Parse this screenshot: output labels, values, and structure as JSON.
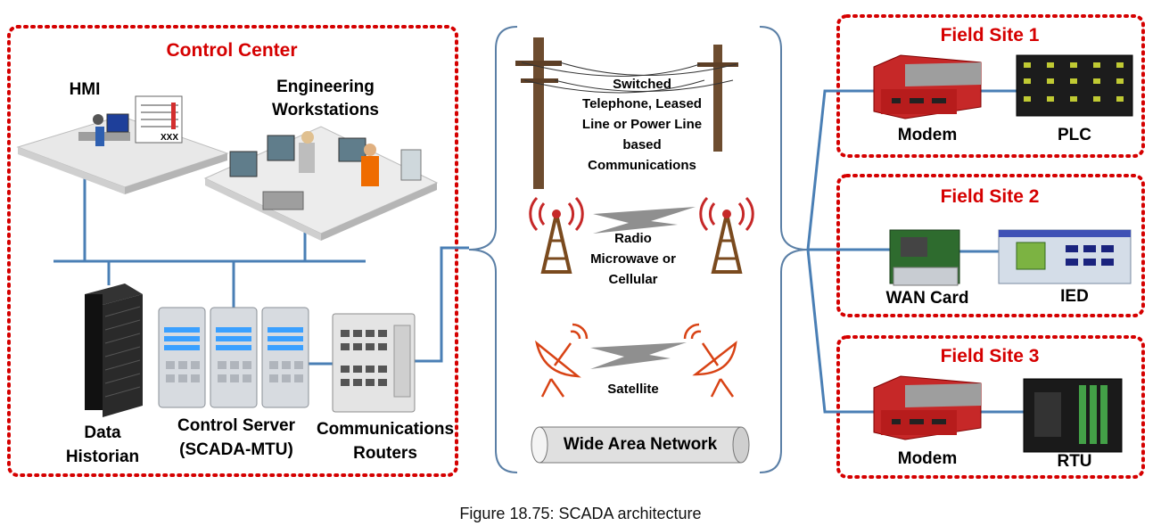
{
  "control_center": {
    "title": "Control Center",
    "hmi": "HMI",
    "engineering_line1": "Engineering",
    "engineering_line2": "Workstations",
    "hmi_screen_text": "XXX",
    "historian_line1": "Data",
    "historian_line2": "Historian",
    "server_line1": "Control Server",
    "server_line2": "(SCADA-MTU)",
    "routers_line1": "Communications",
    "routers_line2": "Routers"
  },
  "wan": {
    "phone_line1": "Switched",
    "phone_line2": "Telephone, Leased",
    "phone_line3": "Line or Power Line",
    "phone_line4": "based",
    "phone_line5": "Communications",
    "radio_line1": "Radio",
    "radio_line2": "Microwave or",
    "radio_line3": "Cellular",
    "satellite": "Satellite",
    "network": "Wide Area Network"
  },
  "field_sites": [
    {
      "title": "Field Site 1",
      "device_a": "Modem",
      "device_b": "PLC"
    },
    {
      "title": "Field Site 2",
      "device_a": "WAN Card",
      "device_b": "IED"
    },
    {
      "title": "Field Site 3",
      "device_a": "Modem",
      "device_b": "RTU"
    }
  ],
  "caption": "Figure 18.75: SCADA architecture",
  "colors": {
    "border_red": "#d50000",
    "link_blue": "#4a7fb5",
    "bracket": "#5a7fa6"
  }
}
